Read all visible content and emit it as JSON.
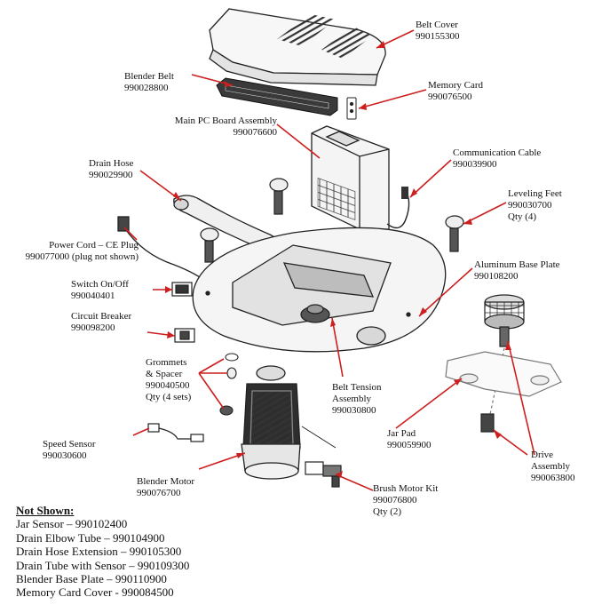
{
  "labels": {
    "belt_cover": {
      "name": "Belt Cover",
      "pn": "990155300"
    },
    "blender_belt": {
      "name": "Blender Belt",
      "pn": "990028800"
    },
    "memory_card": {
      "name": "Memory Card",
      "pn": "990076500"
    },
    "main_pc_board": {
      "name": "Main PC Board Assembly",
      "pn": "990076600"
    },
    "communication_cable": {
      "name": "Communication Cable",
      "pn": "990039900"
    },
    "drain_hose": {
      "name": "Drain Hose",
      "pn": "990029900"
    },
    "leveling_feet": {
      "name": "Leveling Feet",
      "pn": "990030700",
      "qty": "Qty (4)"
    },
    "power_cord": {
      "name": "Power Cord – CE Plug",
      "pn": "990077000 (plug not shown)"
    },
    "aluminum_base_plate": {
      "name": "Aluminum Base Plate",
      "pn": "990108200"
    },
    "switch": {
      "name": "Switch On/Off",
      "pn": "990040401"
    },
    "circuit_breaker": {
      "name": "Circuit Breaker",
      "pn": "990098200"
    },
    "grommets": {
      "name1": "Grommets",
      "name2": "& Spacer",
      "pn": "990040500",
      "qty": "Qty (4 sets)"
    },
    "belt_tension": {
      "name1": "Belt Tension",
      "name2": "Assembly",
      "pn": "990030800"
    },
    "speed_sensor": {
      "name": "Speed Sensor",
      "pn": "990030600"
    },
    "jar_pad": {
      "name": "Jar Pad",
      "pn": "990059900"
    },
    "blender_motor": {
      "name": "Blender Motor",
      "pn": "990076700"
    },
    "drive_assembly": {
      "name1": "Drive",
      "name2": "Assembly",
      "pn": "990063800"
    },
    "brush_motor_kit": {
      "name": "Brush Motor Kit",
      "pn": "990076800",
      "qty": "Qty (2)"
    }
  },
  "not_shown": {
    "heading": "Not Shown:",
    "items": [
      "Jar Sensor – 990102400",
      "Drain Elbow Tube – 990104900",
      "Drain Hose Extension – 990105300",
      "Drain Tube with Sensor – 990109300",
      "Blender Base Plate – 990110900",
      "Memory Card Cover - 990084500"
    ]
  },
  "colors": {
    "leader": "#cc1f1f",
    "line": "#222222",
    "fill_light": "#f2f2f2",
    "fill_mid": "#cfcfcf",
    "fill_dark": "#555555"
  }
}
